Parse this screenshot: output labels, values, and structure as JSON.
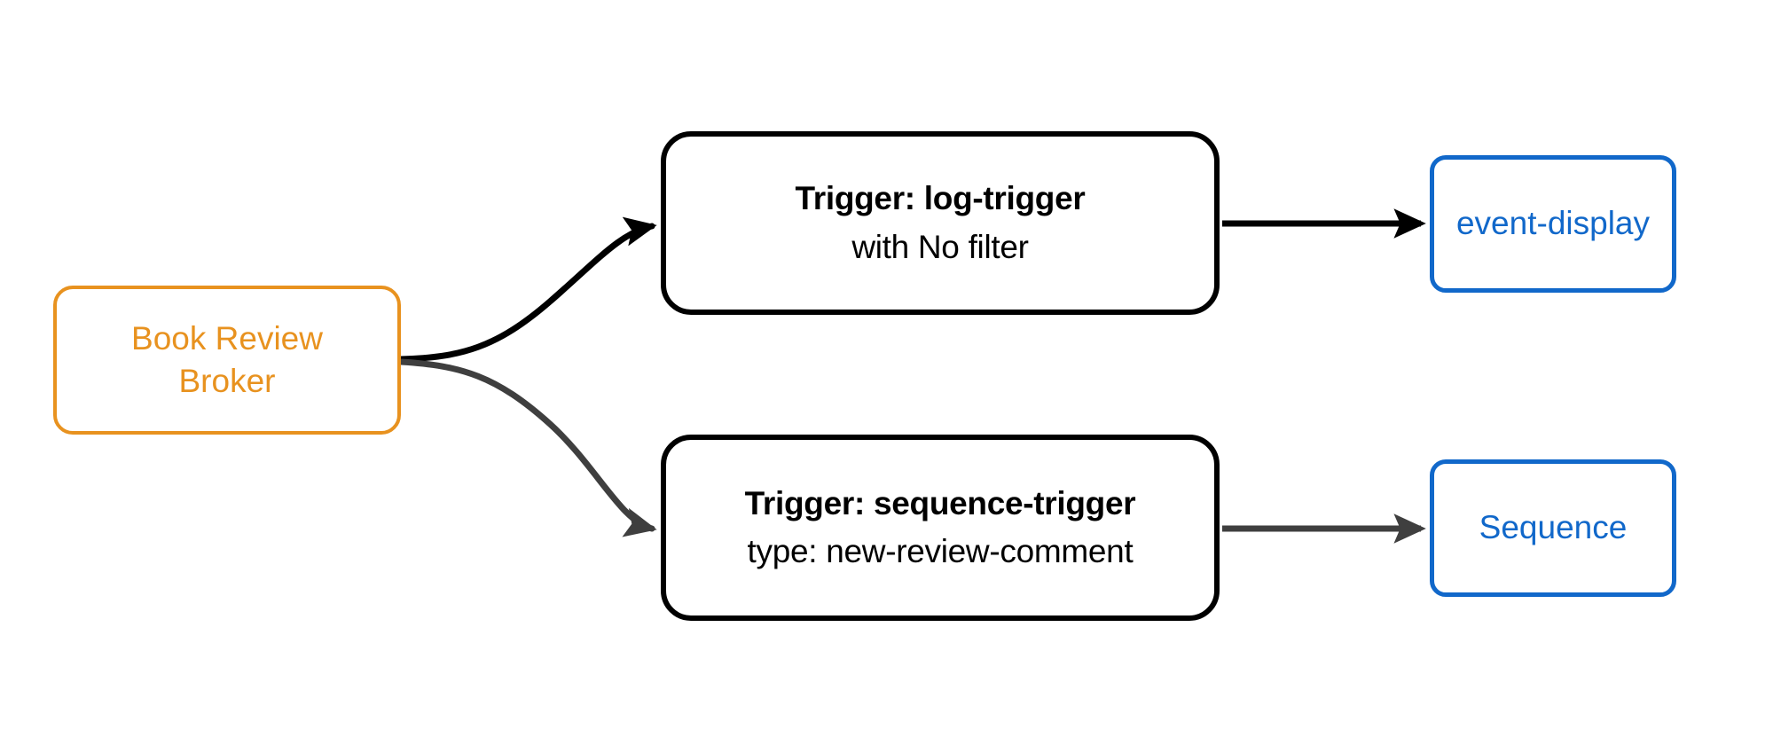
{
  "diagram": {
    "type": "flow-diagram",
    "background_color": "#ffffff",
    "nodes": [
      {
        "id": "broker",
        "role": "broker",
        "lines": [
          "Book Review",
          "Broker"
        ],
        "color": "#E8921F",
        "shape": "rounded-rect"
      },
      {
        "id": "log-trigger",
        "role": "trigger",
        "title": "Trigger: log-trigger",
        "subtitle": "with No filter",
        "color": "#000000",
        "shape": "rounded-rect"
      },
      {
        "id": "sequence-trigger",
        "role": "trigger",
        "title": "Trigger: sequence-trigger",
        "subtitle": "type: new-review-comment",
        "color": "#000000",
        "shape": "rounded-rect"
      },
      {
        "id": "event-display",
        "role": "sink",
        "label": "event-display",
        "color": "#1168CA",
        "shape": "rounded-rect"
      },
      {
        "id": "sequence",
        "role": "sink",
        "label": "Sequence",
        "color": "#1168CA",
        "shape": "rounded-rect"
      }
    ],
    "edges": [
      {
        "id": "broker-to-log-trigger",
        "from": "broker",
        "to": "log-trigger",
        "style": "curved",
        "color": "#000000",
        "arrowhead": true
      },
      {
        "id": "broker-to-sequence-trigger",
        "from": "broker",
        "to": "sequence-trigger",
        "style": "curved",
        "color": "#333333",
        "arrowhead": true
      },
      {
        "id": "log-trigger-to-event-display",
        "from": "log-trigger",
        "to": "event-display",
        "style": "straight",
        "color": "#000000",
        "arrowhead": true
      },
      {
        "id": "sequence-trigger-to-sequence",
        "from": "sequence-trigger",
        "to": "sequence",
        "style": "straight",
        "color": "#3f3f3f",
        "arrowhead": true
      }
    ]
  },
  "broker": {
    "line1": "Book Review",
    "line2": "Broker"
  },
  "triggers": {
    "log": {
      "title": "Trigger: log-trigger",
      "subtitle": "with No filter"
    },
    "sequence": {
      "title": "Trigger: sequence-trigger",
      "subtitle": "type: new-review-comment"
    }
  },
  "sinks": {
    "event_display": "event-display",
    "sequence": "Sequence"
  },
  "colors": {
    "broker": "#E8921F",
    "trigger": "#000000",
    "sink": "#1168CA",
    "edge_primary": "#000000",
    "edge_secondary": "#3f3f3f",
    "background": "#ffffff"
  }
}
